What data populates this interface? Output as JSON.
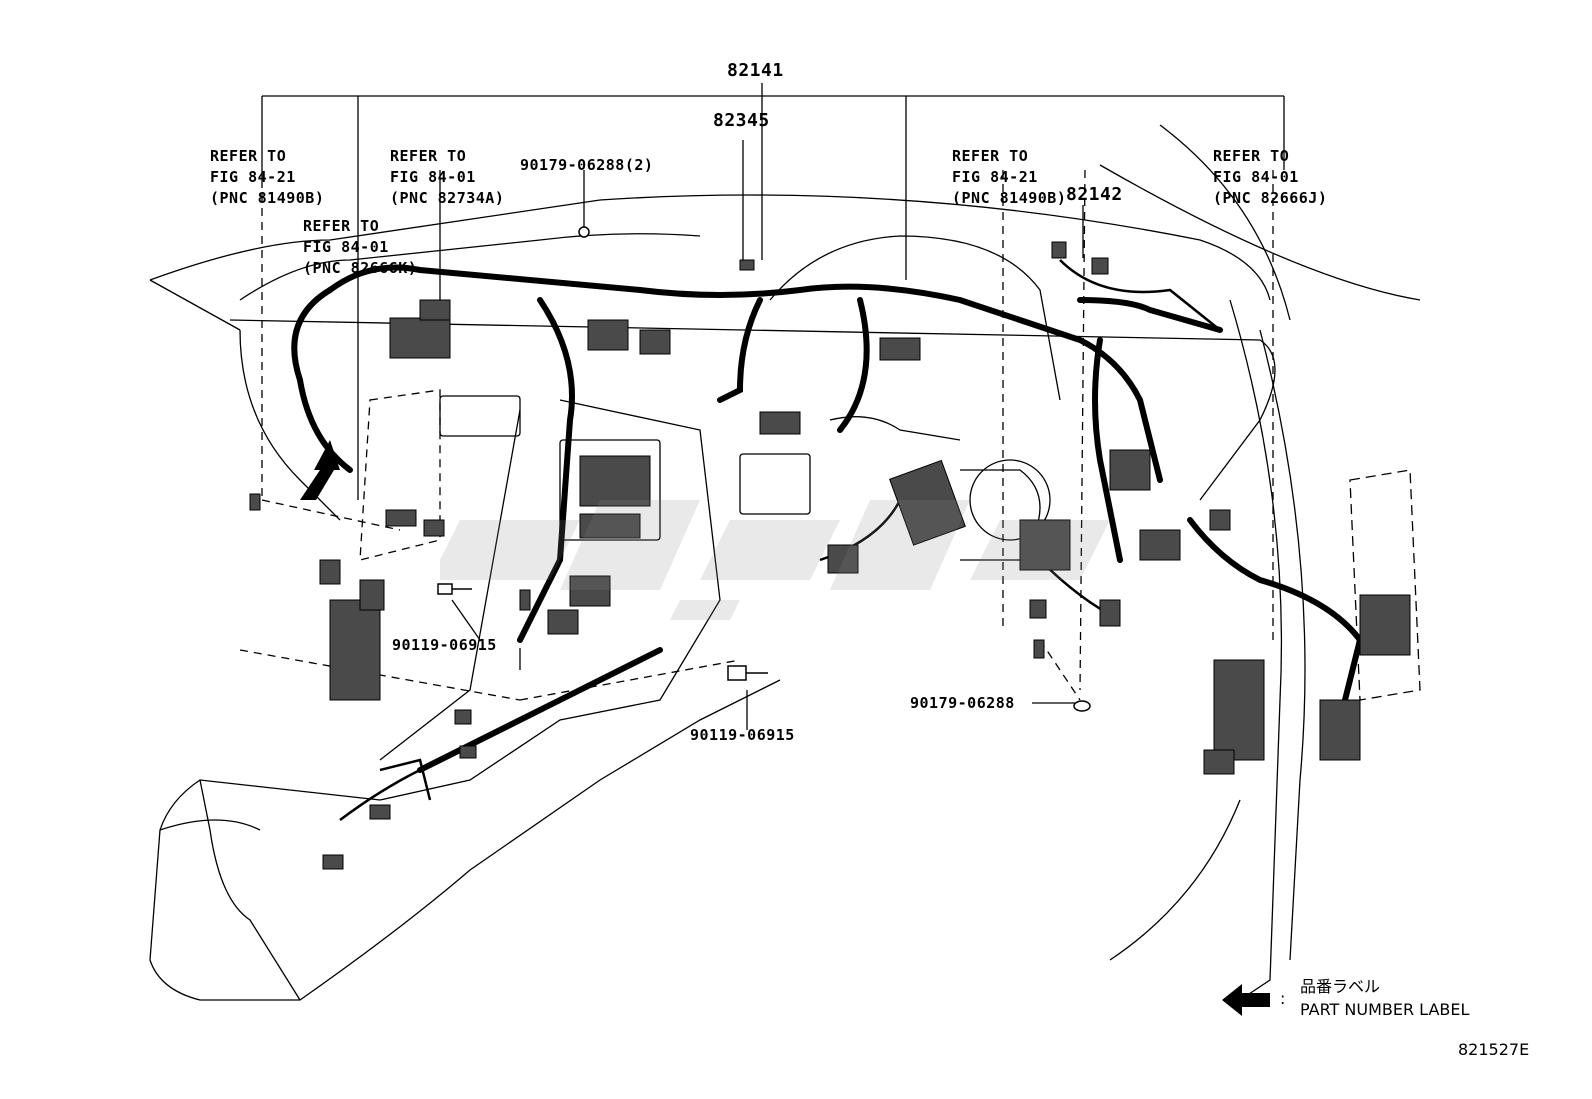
{
  "callouts": {
    "main_harness": "82141",
    "sub_82345": "82345",
    "sub_82142": "82142",
    "clip_top": "90179-06288(2)",
    "clip_right": "90179-06288",
    "bolt_left": "90119-06915",
    "bolt_center": "90119-06915"
  },
  "references": [
    {
      "line1": "REFER TO",
      "line2": "FIG 84-21",
      "line3": "(PNC 81490B)"
    },
    {
      "line1": "REFER TO",
      "line2": "FIG 84-01",
      "line3": "(PNC 82734A)"
    },
    {
      "line1": "REFER TO",
      "line2": "FIG 84-01",
      "line3": "(PNC 82666K)"
    },
    {
      "line1": "REFER TO",
      "line2": "FIG 84-21",
      "line3": "(PNC 81490B)"
    },
    {
      "line1": "REFER TO",
      "line2": "FIG 84-01",
      "line3": "(PNC 82666J)"
    }
  ],
  "legend": {
    "jp": "品番ラベル",
    "en": "PART NUMBER LABEL",
    "colon": ":"
  },
  "figure_id": "821527E",
  "colors": {
    "line": "#000000",
    "connector": "#4a4a4a",
    "watermark": "#8a8a8a"
  }
}
